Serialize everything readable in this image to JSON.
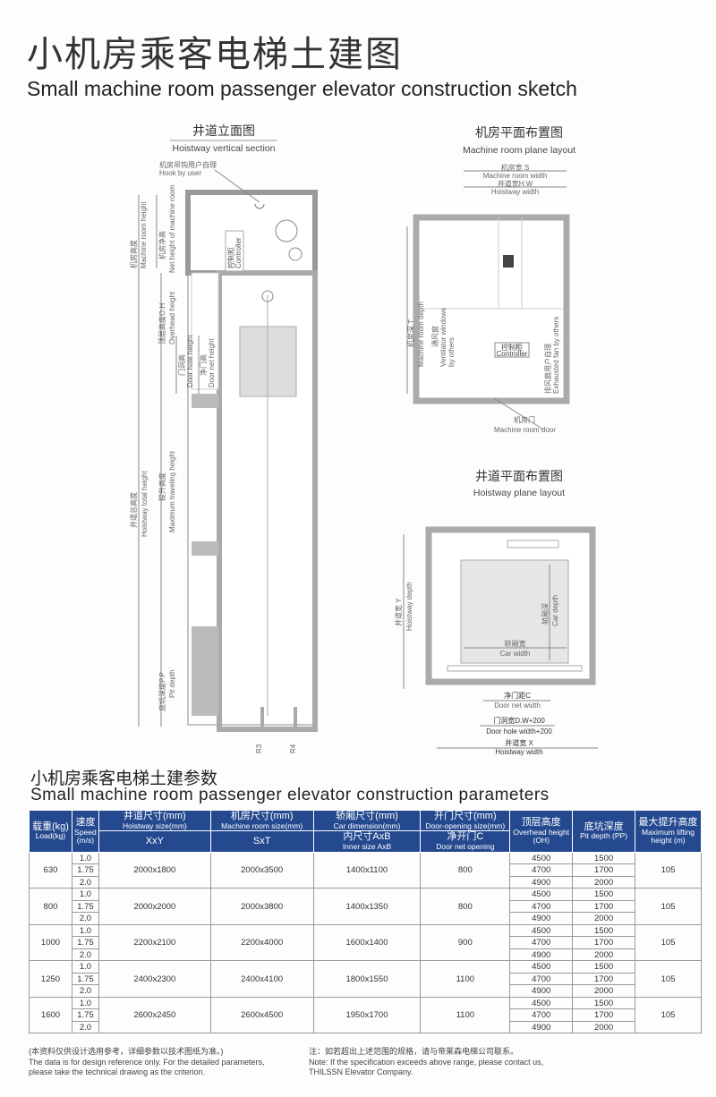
{
  "title_cn": "小机房乘客电梯土建图",
  "title_en": "Small machine room passenger elevator construction sketch",
  "vertical_section": {
    "title_cn": "井道立面图",
    "title_en": "Hoistway vertical section",
    "hook_cn": "机房吊钩用户自理",
    "hook_en": "Hook by user",
    "mr_height_cn": "机房高度",
    "mr_height_en": "Machine room height",
    "mr_net_cn": "机房净高",
    "mr_net_en": "Net height of machine room",
    "controller_cn": "控制柜",
    "controller_en": "Controller",
    "oh_cn": "顶层高度O.H",
    "oh_en": "Overhead height",
    "door_hole_cn": "门洞高",
    "door_hole_en": "Door hole height",
    "door_net_cn": "净门高",
    "door_net_en": "Door net height",
    "total_cn": "井道总高度",
    "total_en": "Hoistway total height",
    "travel_cn": "提升高度",
    "travel_en": "Maximum traveling height",
    "pit_cn": "底坑深度P.P",
    "pit_en": "Pit depth",
    "r3": "R3",
    "r4": "R4"
  },
  "machine_room": {
    "title_cn": "机房平面布置图",
    "title_en": "Machine room plane layout",
    "width_cn": "机房宽 S",
    "width_en": "Machine room width",
    "hw_cn": "井道宽H.W",
    "hw_en": "Hoistway width",
    "depth_cn": "机房深 T",
    "depth_en": "Machine room depth",
    "vent_cn": "通风窗",
    "vent_en1": "Ventilator windows",
    "vent_en2": "by others",
    "controller_cn": "控制柜",
    "controller_en": "Controller",
    "fan_cn": "排风扇用户自理",
    "fan_en": "Exhausted fan by others",
    "door_cn": "机房门",
    "door_en": "Machine room door"
  },
  "hoistway_plane": {
    "title_cn": "井道平面布置图",
    "title_en": "Hoistway plane layout",
    "depth_cn": "井道宽 Y",
    "depth_en": "Hoistway depth",
    "car_depth_cn": "轿厢深",
    "car_depth_en": "Car depth",
    "car_width_cn": "轿厢宽",
    "car_width_en": "Car width",
    "door_net_cn": "净门距C",
    "door_net_en": "Door net width",
    "door_hole_cn": "门洞宽D.W+200",
    "door_hole_en": "Door hole width+200",
    "width_cn": "井道宽 X",
    "width_en": "Hoistway width"
  },
  "params": {
    "title_cn": "小机房乘客电梯土建参数",
    "title_en": "Small machine room passenger elevator construction parameters",
    "headers": {
      "load_cn": "载重(kg)",
      "load_en": "Load(kg)",
      "speed_cn": "速度",
      "speed_en": "Speed (m/s)",
      "hoist_cn": "井道尺寸(mm)",
      "hoist_en": "Hoistway size(mm)",
      "hoist_sub": "XxY",
      "mr_cn": "机房尺寸(mm)",
      "mr_en": "Machine room size(mm)",
      "mr_sub": "SxT",
      "car_cn": "轿厢尺寸(mm)",
      "car_en": "Car dimension(mm)",
      "car_sub_cn": "内尺寸AxB",
      "car_sub_en": "Inner size AxB",
      "door_cn": "开门尺寸(mm)",
      "door_en": "Door-opening size(mm)",
      "door_sub_cn": "净开门C",
      "door_sub_en": "Door net opening",
      "oh_cn": "顶层高度",
      "oh_en": "Overhead height (OH)",
      "pit_cn": "底坑深度",
      "pit_en": "Pit depth (PP)",
      "max_cn": "最大提升高度",
      "max_en": "Maximum lifting height (m)"
    },
    "groups": [
      {
        "load": "630",
        "hoistway": "2000x1800",
        "machine_room": "2000x3500",
        "car": "1400x1100",
        "door": "800",
        "max": "105",
        "rows": [
          {
            "speed": "1.0",
            "oh": "4500",
            "pp": "1500"
          },
          {
            "speed": "1.75",
            "oh": "4700",
            "pp": "1700"
          },
          {
            "speed": "2.0",
            "oh": "4900",
            "pp": "2000"
          }
        ]
      },
      {
        "load": "800",
        "hoistway": "2000x2000",
        "machine_room": "2000x3800",
        "car": "1400x1350",
        "door": "800",
        "max": "105",
        "rows": [
          {
            "speed": "1.0",
            "oh": "4500",
            "pp": "1500"
          },
          {
            "speed": "1.75",
            "oh": "4700",
            "pp": "1700"
          },
          {
            "speed": "2.0",
            "oh": "4900",
            "pp": "2000"
          }
        ]
      },
      {
        "load": "1000",
        "hoistway": "2200x2100",
        "machine_room": "2200x4000",
        "car": "1600x1400",
        "door": "900",
        "max": "105",
        "rows": [
          {
            "speed": "1.0",
            "oh": "4500",
            "pp": "1500"
          },
          {
            "speed": "1.75",
            "oh": "4700",
            "pp": "1700"
          },
          {
            "speed": "2.0",
            "oh": "4900",
            "pp": "2000"
          }
        ]
      },
      {
        "load": "1250",
        "hoistway": "2400x2300",
        "machine_room": "2400x4100",
        "car": "1800x1550",
        "door": "1100",
        "max": "105",
        "rows": [
          {
            "speed": "1.0",
            "oh": "4500",
            "pp": "1500"
          },
          {
            "speed": "1.75",
            "oh": "4700",
            "pp": "1700"
          },
          {
            "speed": "2.0",
            "oh": "4900",
            "pp": "2000"
          }
        ]
      },
      {
        "load": "1600",
        "hoistway": "2600x2450",
        "machine_room": "2600x4500",
        "car": "1950x1700",
        "door": "1100",
        "max": "105",
        "rows": [
          {
            "speed": "1.0",
            "oh": "4500",
            "pp": "1500"
          },
          {
            "speed": "1.75",
            "oh": "4700",
            "pp": "1700"
          },
          {
            "speed": "2.0",
            "oh": "4900",
            "pp": "2000"
          }
        ]
      }
    ]
  },
  "notes": {
    "left_cn": "(本资料仅供设计选用参考，详细参数以技术图纸为准。)",
    "left_en1": "The data is for design reference only. For the detailed parameters,",
    "left_en2": "please take the technical drawing as the criterion.",
    "right_cn": "注：如若超出上述范围的规格，请与帝莱森电梯公司联系。",
    "right_en1": "Note: If the specification exceeds above range, please contact us,",
    "right_en2": "THILSSN Elevator Company."
  }
}
